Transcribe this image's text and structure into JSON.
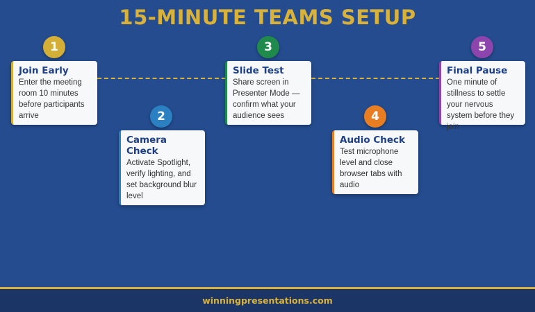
{
  "title": "15-MINUTE TEAMS SETUP",
  "steps": [
    {
      "number": "1",
      "title": "Join Early",
      "text": "Enter the meeting room 10 minutes before participants arrive",
      "color": "#d4af37"
    },
    {
      "number": "2",
      "title": "Camera Check",
      "text": "Activate Spotlight, verify lighting, and set background blur level",
      "color": "#2b80c2"
    },
    {
      "number": "3",
      "title": "Slide Test",
      "text": "Share screen in Presenter Mode — confirm what your audience sees",
      "color": "#1f8a4c"
    },
    {
      "number": "4",
      "title": "Audio Check",
      "text": "Test microphone level and close browser tabs with audio",
      "color": "#e97d22"
    },
    {
      "number": "5",
      "title": "Final Pause",
      "text": "One minute of stillness to settle your nervous system before they join",
      "color": "#8e44ad"
    }
  ],
  "footer": "winningpresentations.com"
}
